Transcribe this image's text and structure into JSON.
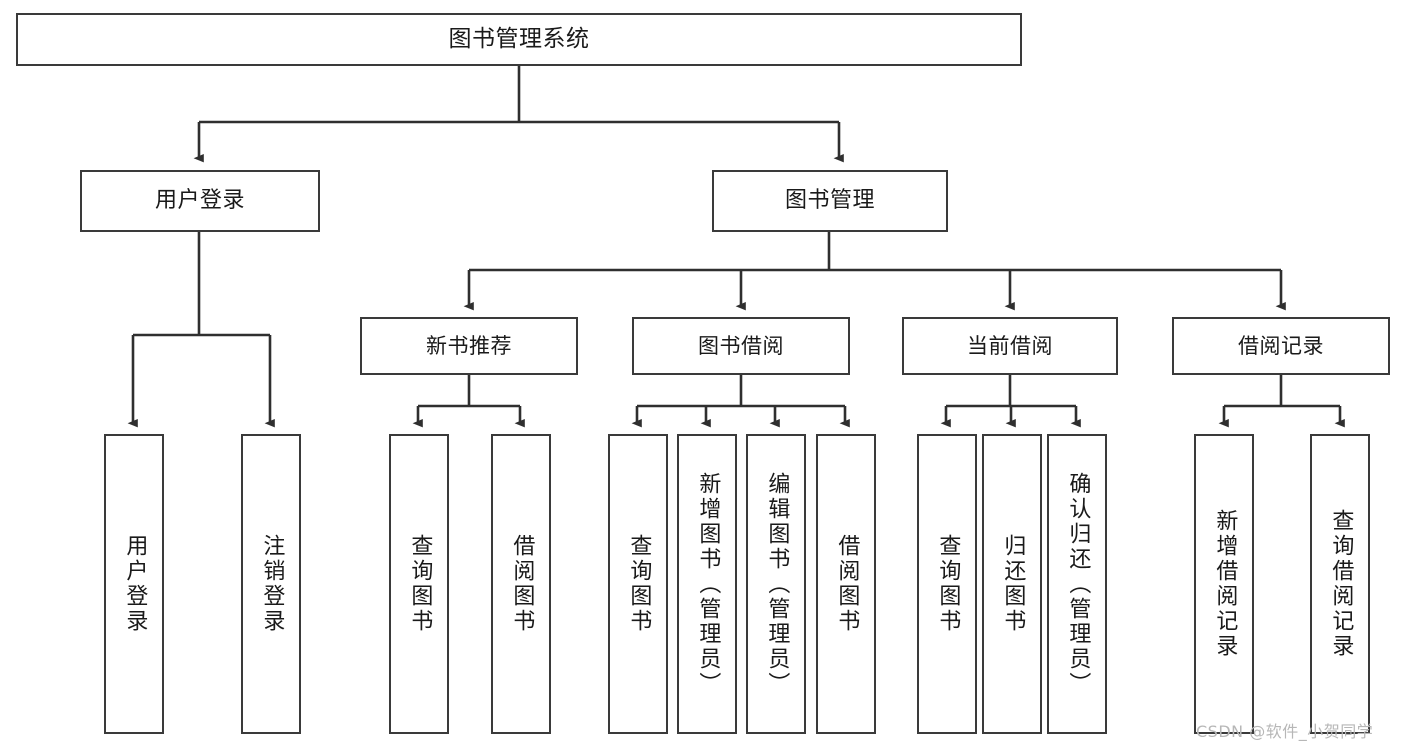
{
  "diagram": {
    "type": "tree-hierarchy",
    "title": "图书管理系统",
    "watermark": "CSDN @软件_小贺同学",
    "colors": {
      "background": "#ffffff",
      "border": "#3a3a3a",
      "text": "#1a1a1a",
      "edge": "#2f2f2f",
      "watermark": "#b7b7b7"
    },
    "nodes": {
      "root": {
        "label": "图书管理系统"
      },
      "level1": [
        {
          "id": "user-login",
          "label": "用户登录"
        },
        {
          "id": "book-manage",
          "label": "图书管理"
        }
      ],
      "level2": [
        {
          "id": "new-book-recommend",
          "label": "新书推荐",
          "parent": "book-manage"
        },
        {
          "id": "book-borrow",
          "label": "图书借阅",
          "parent": "book-manage"
        },
        {
          "id": "current-borrow",
          "label": "当前借阅",
          "parent": "book-manage"
        },
        {
          "id": "borrow-record",
          "label": "借阅记录",
          "parent": "book-manage"
        }
      ],
      "leaves": {
        "user-login": [
          {
            "id": "leaf-user-login",
            "label": "用户登录"
          },
          {
            "id": "leaf-user-logout",
            "label": "注销登录"
          }
        ],
        "new-book-recommend": [
          {
            "id": "leaf-query-book-1",
            "label": "查询图书"
          },
          {
            "id": "leaf-borrow-book-1",
            "label": "借阅图书"
          }
        ],
        "book-borrow": [
          {
            "id": "leaf-query-book-2",
            "label": "查询图书"
          },
          {
            "id": "leaf-add-book",
            "label": "新增图书（管理员）"
          },
          {
            "id": "leaf-edit-book",
            "label": "编辑图书（管理员）"
          },
          {
            "id": "leaf-borrow-book-2",
            "label": "借阅图书"
          }
        ],
        "current-borrow": [
          {
            "id": "leaf-query-book-3",
            "label": "查询图书"
          },
          {
            "id": "leaf-return-book",
            "label": "归还图书"
          },
          {
            "id": "leaf-confirm-return",
            "label": "确认归还（管理员）"
          }
        ],
        "borrow-record": [
          {
            "id": "leaf-add-record",
            "label": "新增借阅记录"
          },
          {
            "id": "leaf-query-record",
            "label": "查询借阅记录"
          }
        ]
      }
    }
  }
}
